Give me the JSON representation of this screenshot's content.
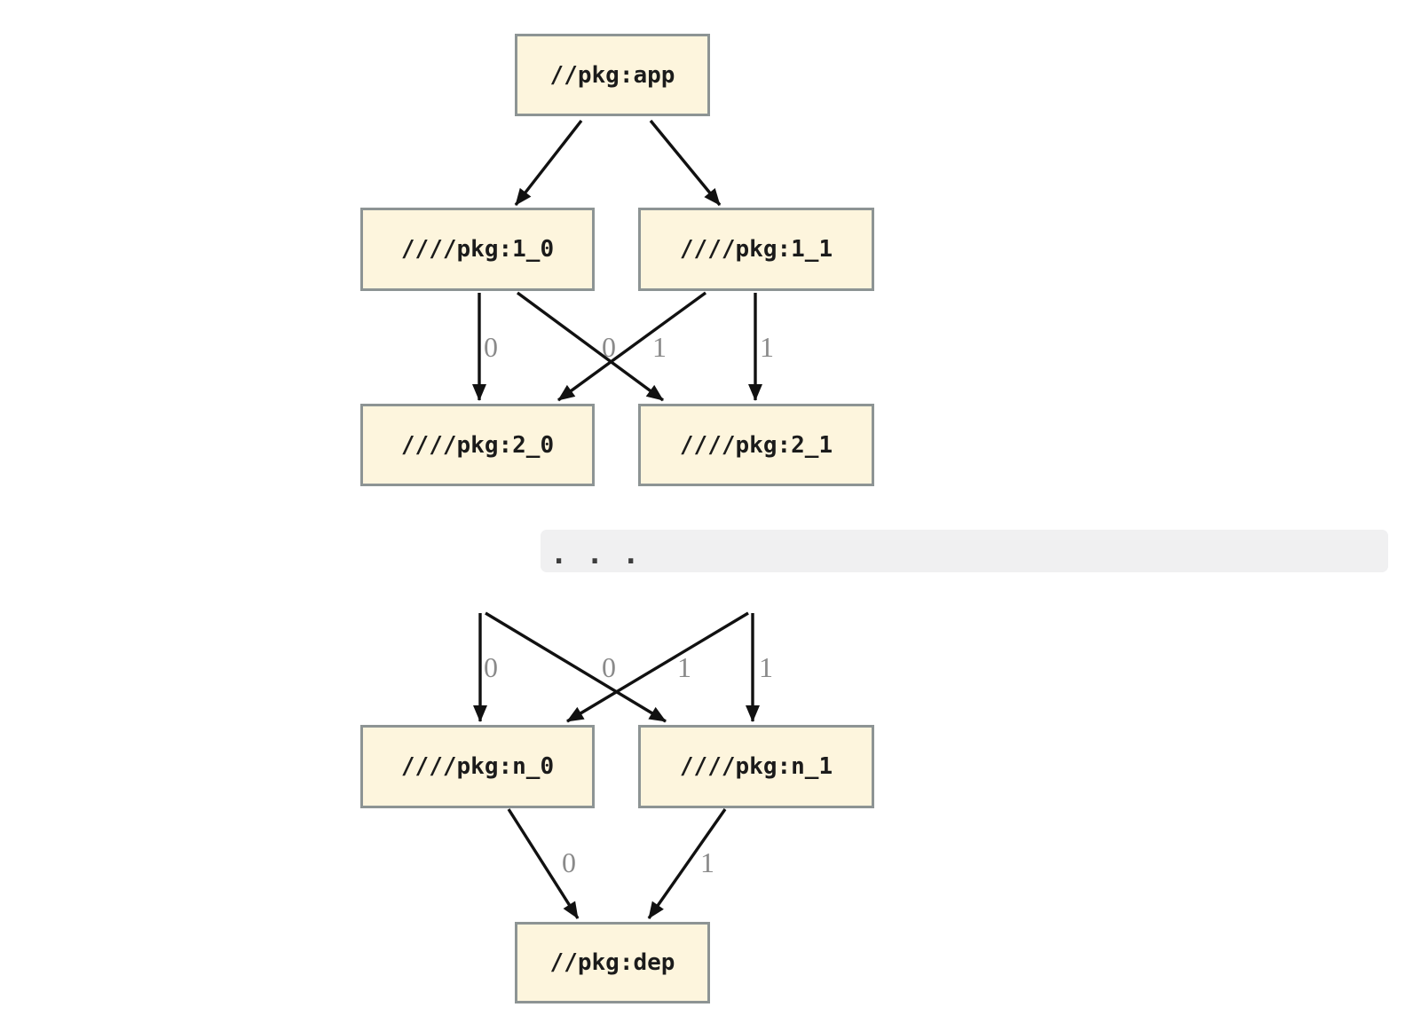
{
  "colors": {
    "node_fill": "#FDF5DD",
    "node_border": "#8D9494",
    "node_text": "#1B1B1B",
    "edge": "#111111",
    "edge_label": "#8A8A8A",
    "ellipsis_bar_bg": "#F0F0F1",
    "ellipsis_text": "#3D3D3D",
    "background": "#FFFFFF"
  },
  "diagram": {
    "nodes": [
      {
        "id": "app",
        "label": "//pkg:app"
      },
      {
        "id": "1_0",
        "label": "////pkg:1_0"
      },
      {
        "id": "1_1",
        "label": "////pkg:1_1"
      },
      {
        "id": "2_0",
        "label": "////pkg:2_0"
      },
      {
        "id": "2_1",
        "label": "////pkg:2_1"
      },
      {
        "id": "n_0",
        "label": "////pkg:n_0"
      },
      {
        "id": "n_1",
        "label": "////pkg:n_1"
      },
      {
        "id": "dep",
        "label": "//pkg:dep"
      }
    ],
    "ellipsis": ". . .",
    "edges": [
      {
        "from": "//pkg:app",
        "to": "////pkg:1_0",
        "label": ""
      },
      {
        "from": "//pkg:app",
        "to": "////pkg:1_1",
        "label": ""
      },
      {
        "from": "////pkg:1_0",
        "to": "////pkg:2_0",
        "label": "0"
      },
      {
        "from": "////pkg:1_0",
        "to": "////pkg:2_1",
        "label": "1"
      },
      {
        "from": "////pkg:1_1",
        "to": "////pkg:2_0",
        "label": "0"
      },
      {
        "from": "////pkg:1_1",
        "to": "////pkg:2_1",
        "label": "1"
      },
      {
        "from": "...",
        "to": "////pkg:n_0",
        "label": "0"
      },
      {
        "from": "...",
        "to": "////pkg:n_1",
        "label": "1"
      },
      {
        "from": "...",
        "to": "////pkg:n_0",
        "label": "0"
      },
      {
        "from": "...",
        "to": "////pkg:n_1",
        "label": "1"
      },
      {
        "from": "////pkg:n_0",
        "to": "//pkg:dep",
        "label": "0"
      },
      {
        "from": "////pkg:n_1",
        "to": "//pkg:dep",
        "label": "1"
      }
    ]
  }
}
